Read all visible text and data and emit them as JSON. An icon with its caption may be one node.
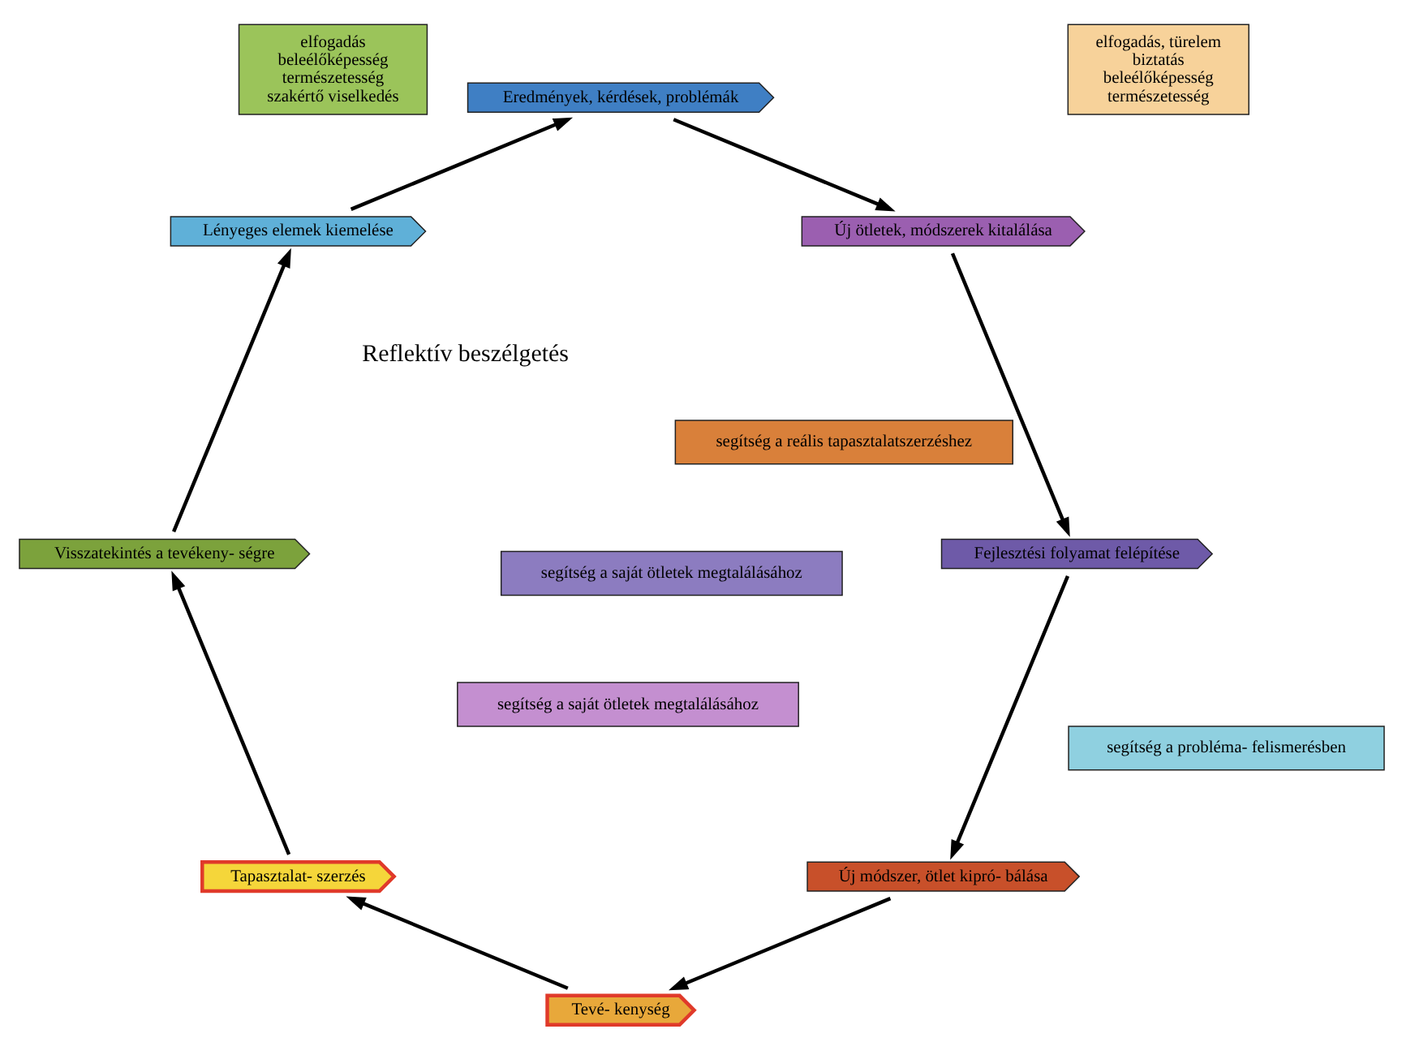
{
  "diagram": {
    "nodes": [
      {
        "text": [
          "Új módszer, ötlet kipró- bálása"
        ]
      },
      {
        "text": [
          "Tevé- kenység"
        ]
      },
      {
        "text": [
          "Tapasztalat- szerzés"
        ]
      },
      {
        "text": [
          "Visszatekintés a tevékeny- ségre"
        ]
      },
      {
        "text": [
          "Lényeges elemek kiemelése"
        ]
      },
      {
        "text": [
          "Eredmények, kérdések, problémák"
        ]
      },
      {
        "text": [
          "Új ötletek, módszerek kitalálása"
        ]
      },
      {
        "text": [
          "Fejlesztési folyamat felépítése"
        ]
      },
      {
        "text": [
          "segítség a reális tapasztalatszerzéshez"
        ]
      },
      {
        "text": [
          "elfogadás, türelem",
          "biztatás",
          "beleélőképesség",
          "természetesség"
        ]
      },
      {
        "text": [
          "segítség a saját ötletek megtalálásához"
        ]
      },
      {
        "text": [
          "segítség a saját ötletek megtalálásához"
        ]
      },
      {
        "text": [
          "segítség a probléma- felismerésben"
        ]
      },
      {
        "text": [
          "elfogadás",
          "beleélőképesség",
          "természetesség",
          "szakértő viselkedés"
        ]
      }
    ],
    "edges": [
      {
        "from": 0,
        "to": 1,
        "arrow": "to"
      },
      {
        "from": 1,
        "to": 2,
        "arrow": "to"
      },
      {
        "from": 2,
        "to": 3,
        "arrow": "to"
      },
      {
        "from": 3,
        "to": 4,
        "arrow": "to"
      },
      {
        "from": 4,
        "to": 5,
        "arrow": "to"
      },
      {
        "from": 5,
        "to": 6,
        "arrow": "to"
      },
      {
        "from": 6,
        "to": 7,
        "arrow": "to"
      },
      {
        "from": 7,
        "to": 0,
        "arrow": "to"
      }
    ],
    "labels": [
      "Reflektív beszélgetés"
    ]
  }
}
